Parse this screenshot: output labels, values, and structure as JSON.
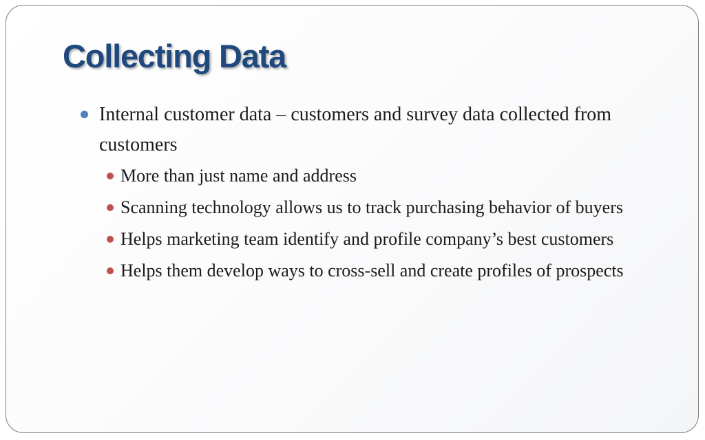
{
  "slide": {
    "title": "Collecting Data",
    "bullets": [
      {
        "text": "Internal customer data – customers and survey data collected from customers",
        "sub_bullets": [
          "More than just name and address",
          "Scanning technology allows us to track purchasing behavior of buyers",
          "Helps marketing team identify and profile company’s best customers",
          "Helps them develop ways to cross-sell and create profiles of prospects"
        ]
      }
    ]
  },
  "colors": {
    "title": "#1f497d",
    "primary_bullet": "#4f81bd",
    "secondary_bullet": "#c0504d",
    "text": "#1a1a1a"
  }
}
